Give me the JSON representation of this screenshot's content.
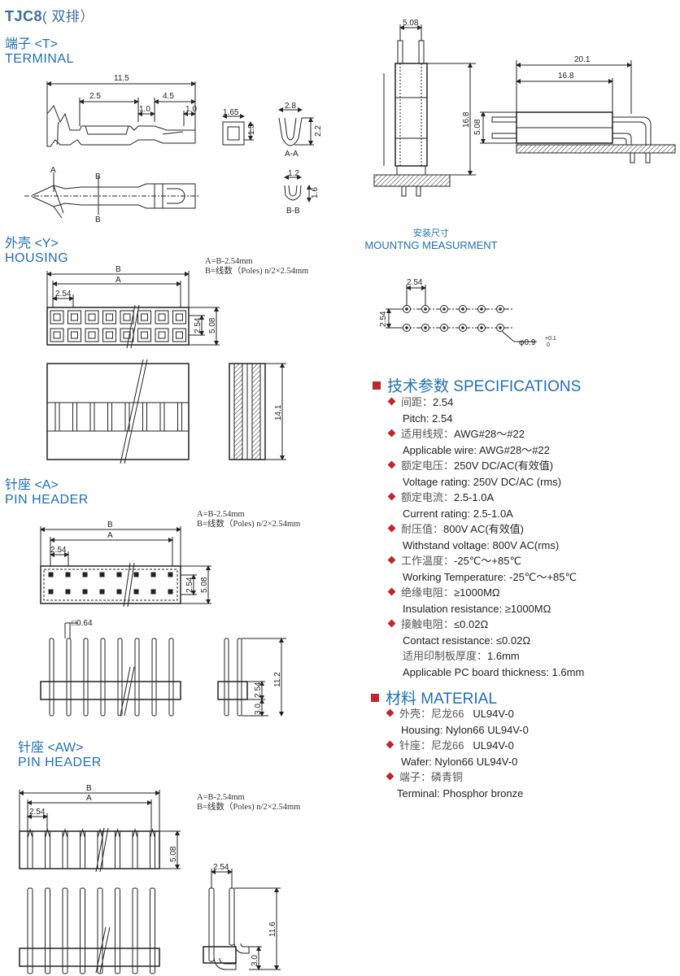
{
  "title": {
    "code": "TJC8",
    "sub": "( 双排）"
  },
  "sections": {
    "terminal": {
      "cn": "端子 <T>",
      "en": "TERMINAL"
    },
    "housing": {
      "cn": "外壳 <Y>",
      "en": "HOUSING"
    },
    "pin_header_a": {
      "cn": "针座 <A>",
      "en": "PIN HEADER"
    },
    "pin_header_aw": {
      "cn": "针座 <AW>",
      "en": "PIN HEADER"
    }
  },
  "notes": {
    "line1": "A=B-2.54mm",
    "line2": "B=线数（Poles) n/2×2.54mm"
  },
  "mounting": {
    "cn": "安装尺寸",
    "en": "MOUNTNG MEASURMENT"
  },
  "dims": {
    "t_11_5": "11.5",
    "t_2_5": "2.5",
    "t_4_5": "4.5",
    "t_1_0": "1.0",
    "t_1_65": "1.65",
    "t_1_5": "1.5",
    "t_2_8": "2.8",
    "t_2_2": "2.2",
    "t_1_2": "1.2",
    "t_1_6": "1.6",
    "aa": "A-A",
    "bb": "B-B",
    "A": "A",
    "B": "B",
    "pitch": "2.54",
    "h_5_08": "5.08",
    "h_14_1": "14.1",
    "p_064": "□0.64",
    "p_11_2": "11.2",
    "p_3_0": "3.0",
    "p_2_54": "2.54",
    "aw_11_6": "11.6",
    "aw_3_0": "3.0",
    "m_5_08": "5.08",
    "m_16_8": "16.8",
    "m_20_1": "20.1",
    "hole": "φ0.9",
    "hole_tol_up": "+0.1",
    "hole_tol_dn": "0"
  },
  "specifications": {
    "heading_cn": "技术参数",
    "heading_en": "SPECIFICATIONS",
    "items": [
      {
        "cn": "间距：",
        "cn_val": "2.54",
        "en": "Pitch:  2.54"
      },
      {
        "cn": "适用线规：",
        "cn_val": "AWG#28～#22",
        "en": "Applicable wire: AWG#28～#22"
      },
      {
        "cn": "额定电压：",
        "cn_val": "250V DC/AC(有效值)",
        "en": "Voltage rating: 250V DC/AC (rms)"
      },
      {
        "cn": "额定电流：",
        "cn_val": "2.5-1.0A",
        "en": "Current rating: 2.5-1.0A"
      },
      {
        "cn": "耐压值：",
        "cn_val": "800V AC(有效值)",
        "en": "Withstand voltage: 800V AC(rms)"
      },
      {
        "cn": "工作温度：",
        "cn_val": "-25℃～+85℃",
        "en": "Working Temperature: -25℃～+85℃"
      },
      {
        "cn": "绝缘电阻：",
        "cn_val": "≥1000MΩ",
        "en": "Insulation resistance: ≥1000MΩ"
      },
      {
        "cn": "接触电阻：",
        "cn_val": "≤0.02Ω",
        "en": "Contact resistance: ≤0.02Ω"
      }
    ],
    "pcb_cn": "适用印制板厚度：",
    "pcb_cn_val": "1.6mm",
    "pcb_en": "Applicable PC board thickness: 1.6mm"
  },
  "material": {
    "heading_cn": "材料",
    "heading_en": "MATERIAL",
    "items": [
      {
        "cn": "外壳：尼龙66",
        "cn_val": "UL94V-0",
        "en": "Housing:  Nylon66   UL94V-0"
      },
      {
        "cn": "针座：尼龙66",
        "cn_val": "UL94V-0",
        "en": "Wafer:  Nylon66   UL94V-0"
      },
      {
        "cn": "端子：磷青铜",
        "cn_val": "",
        "en": "Terminal:  Phosphor bronze"
      }
    ]
  },
  "colors": {
    "accent": "#1f6fb6",
    "bullet": "#c0272d"
  }
}
